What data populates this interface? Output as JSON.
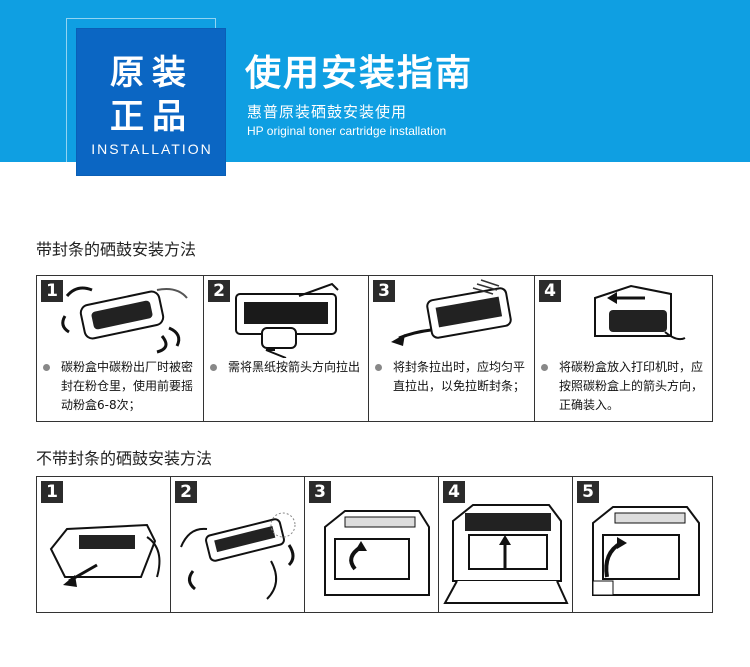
{
  "header": {
    "badge_line1": "原装",
    "badge_line2": "正品",
    "badge_en": "INSTALLATION",
    "title": "使用安装指南",
    "subtitle_cn": "惠普原装硒鼓安装使用",
    "subtitle_en": "HP original toner cartridge installation",
    "colors": {
      "banner": "#0f9fe2",
      "badge": "#0b66c3"
    }
  },
  "section1": {
    "title": "带封条的硒鼓安装方法",
    "steps": [
      {
        "num": "1",
        "icon": "shake-cartridge-icon",
        "caption": "碳粉盒中碳粉出厂时被密封在粉仓里，使用前要摇动粉盒6-8次；"
      },
      {
        "num": "2",
        "icon": "black-paper-arrow-icon",
        "caption": "需将黑纸按箭头方向拉出"
      },
      {
        "num": "3",
        "icon": "pull-seal-tape-icon",
        "caption": "将封条拉出时，应均匀平直拉出，以免拉断封条；"
      },
      {
        "num": "4",
        "icon": "insert-cartridge-icon",
        "caption": "将碳粉盒放入打印机时，应按照碳粉盒上的箭头方向，正确装入。"
      }
    ]
  },
  "section2": {
    "title": "不带封条的硒鼓安装方法",
    "steps": [
      {
        "num": "1",
        "icon": "remove-packaging-icon"
      },
      {
        "num": "2",
        "icon": "shake-cartridge-icon"
      },
      {
        "num": "3",
        "icon": "open-printer-door-icon"
      },
      {
        "num": "4",
        "icon": "insert-into-printer-icon"
      },
      {
        "num": "5",
        "icon": "close-printer-door-icon"
      }
    ]
  }
}
